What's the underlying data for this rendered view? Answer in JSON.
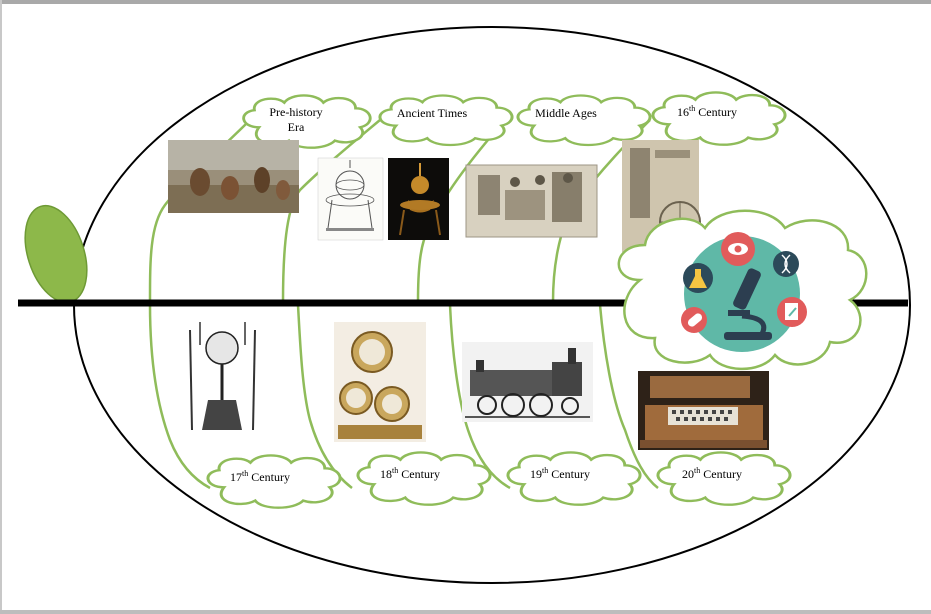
{
  "colors": {
    "stem": "#8fbc5a",
    "leaf": "#8db84a",
    "cloud_stroke": "#8fbc5a",
    "timeline": "#000000",
    "science_circle": "#5fb8a7"
  },
  "eras": {
    "prehistory": {
      "line1": "Pre-history",
      "line2": "Era"
    },
    "ancient": {
      "label": "Ancient Times"
    },
    "middle": {
      "label": "Middle Ages"
    },
    "c16": {
      "num": "16",
      "sup": "th",
      "word": " Century"
    },
    "c17": {
      "num": "17",
      "sup": "th",
      "word": " Century"
    },
    "c18": {
      "num": "18",
      "sup": "th",
      "word": " Century"
    },
    "c19": {
      "num": "19",
      "sup": "th",
      "word": " Century"
    },
    "c20": {
      "num": "20",
      "sup": "th",
      "word": " Century"
    }
  },
  "images": {
    "prehistory": "cave-dwellers-painting",
    "ancient_a": "armillary-sphere-engraving",
    "ancient_b": "aeolipile-steam-device",
    "middle": "medieval-workshop-engraving",
    "c16": "renaissance-mill-engraving",
    "c17": "air-pump-apparatus-engraving",
    "c18": "astronomical-clock-mechanism",
    "c19": "steam-locomotive-drawing",
    "c20": "apple-one-computer",
    "science": "science-icons-cloud"
  },
  "science_icons": [
    "eye-icon",
    "dna-icon",
    "flask-icon",
    "microscope-icon",
    "pill-icon",
    "document-icon"
  ],
  "text_color": {
    "sup": "SUP"
  }
}
